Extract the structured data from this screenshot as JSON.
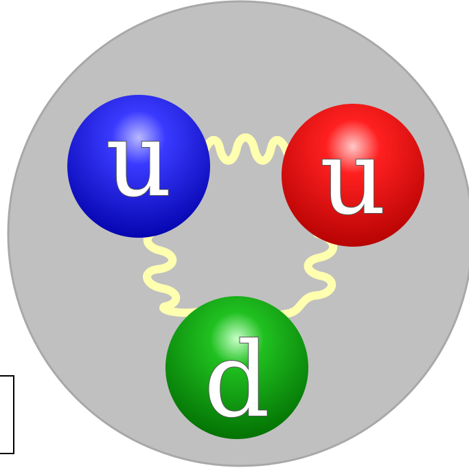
{
  "diagram": {
    "background_color": "#c0c0c0",
    "gluon_color": "#ffffb0",
    "quarks": [
      {
        "label": "u",
        "color": "#0000ff",
        "dark": "#00008a"
      },
      {
        "label": "u",
        "color": "#ff0000",
        "dark": "#a00000"
      },
      {
        "label": "d",
        "color": "#00b000",
        "dark": "#006000"
      }
    ]
  }
}
